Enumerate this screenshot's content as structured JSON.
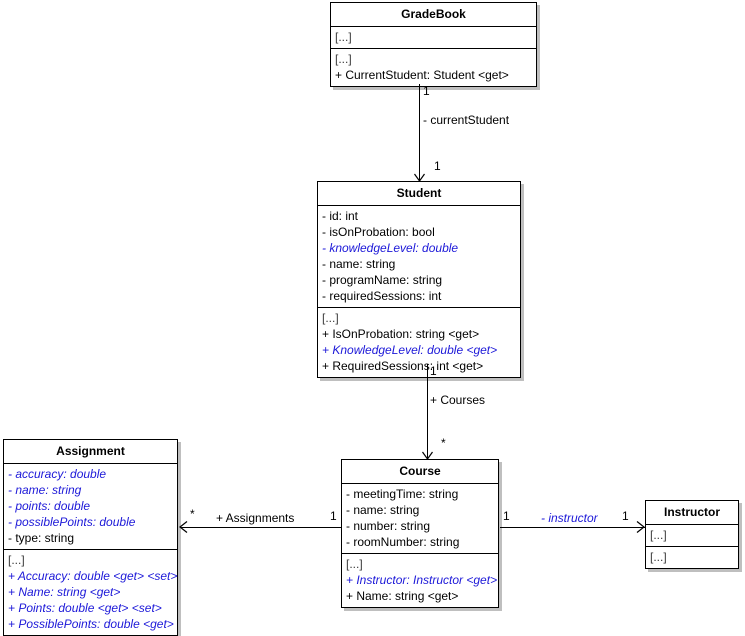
{
  "diagram": {
    "type": "uml-class-diagram",
    "title": "GradeBook UML class diagram",
    "colors": {
      "border": "#000000",
      "background": "#ffffff",
      "shadow": "#bfbfbf",
      "member_text": "#000000",
      "highlight_text": "#1c18d8"
    }
  },
  "classes": {
    "gradebook": {
      "name": "GradeBook",
      "attributes": [
        {
          "text": "[...]",
          "style": "ellipsis"
        }
      ],
      "operations": [
        {
          "text": "[...]",
          "style": "ellipsis"
        },
        {
          "text": "+ CurrentStudent: Student <get>",
          "style": "plain"
        }
      ]
    },
    "student": {
      "name": "Student",
      "attributes": [
        {
          "text": "-  id: int",
          "style": "plain"
        },
        {
          "text": "-  isOnProbation: bool",
          "style": "plain"
        },
        {
          "text": "-  knowledgeLevel: double",
          "style": "blue"
        },
        {
          "text": "-  name: string",
          "style": "plain"
        },
        {
          "text": "-  programName: string",
          "style": "plain"
        },
        {
          "text": "-  requiredSessions: int",
          "style": "plain"
        }
      ],
      "operations": [
        {
          "text": "[...]",
          "style": "ellipsis"
        },
        {
          "text": "+ IsOnProbation: string <get>",
          "style": "plain"
        },
        {
          "text": "+ KnowledgeLevel: double <get>",
          "style": "blue"
        },
        {
          "text": "+ RequiredSessions: int <get>",
          "style": "plain"
        }
      ]
    },
    "assignment": {
      "name": "Assignment",
      "attributes": [
        {
          "text": "-  accuracy: double",
          "style": "blue"
        },
        {
          "text": "-  name: string",
          "style": "blue"
        },
        {
          "text": "-  points: double",
          "style": "blue"
        },
        {
          "text": "-  possiblePoints: double",
          "style": "blue"
        },
        {
          "text": "-  type: string",
          "style": "plain"
        }
      ],
      "operations": [
        {
          "text": "[...]",
          "style": "ellipsis"
        },
        {
          "text": "+ Accuracy: double <get> <set>",
          "style": "blue"
        },
        {
          "text": "+ Name: string <get>",
          "style": "blue"
        },
        {
          "text": "+ Points: double <get> <set>",
          "style": "blue"
        },
        {
          "text": "+ PossiblePoints: double <get>",
          "style": "blue"
        }
      ]
    },
    "course": {
      "name": "Course",
      "attributes": [
        {
          "text": "-  meetingTime: string",
          "style": "plain"
        },
        {
          "text": "-  name: string",
          "style": "plain"
        },
        {
          "text": "-  number: string",
          "style": "plain"
        },
        {
          "text": "-  roomNumber: string",
          "style": "plain"
        }
      ],
      "operations": [
        {
          "text": "[...]",
          "style": "ellipsis"
        },
        {
          "text": "+ Instructor: Instructor <get>",
          "style": "blue"
        },
        {
          "text": "+ Name: string <get>",
          "style": "plain"
        }
      ]
    },
    "instructor": {
      "name": "Instructor",
      "attributes": [
        {
          "text": "[...]",
          "style": "ellipsis"
        }
      ],
      "operations": [
        {
          "text": "[...]",
          "style": "ellipsis"
        }
      ]
    }
  },
  "associations": {
    "gradebook_student": {
      "label": "- currentStudent",
      "label_style": "plain",
      "source_multiplicity": "1",
      "target_multiplicity": "1"
    },
    "student_course": {
      "label": "+ Courses",
      "label_style": "plain",
      "source_multiplicity": "1",
      "target_multiplicity": "*"
    },
    "course_assignment": {
      "label": "+ Assignments",
      "label_style": "plain",
      "source_multiplicity": "1",
      "target_multiplicity": "*"
    },
    "course_instructor": {
      "label": "- instructor",
      "label_style": "blue",
      "source_multiplicity": "1",
      "target_multiplicity": "1"
    }
  }
}
